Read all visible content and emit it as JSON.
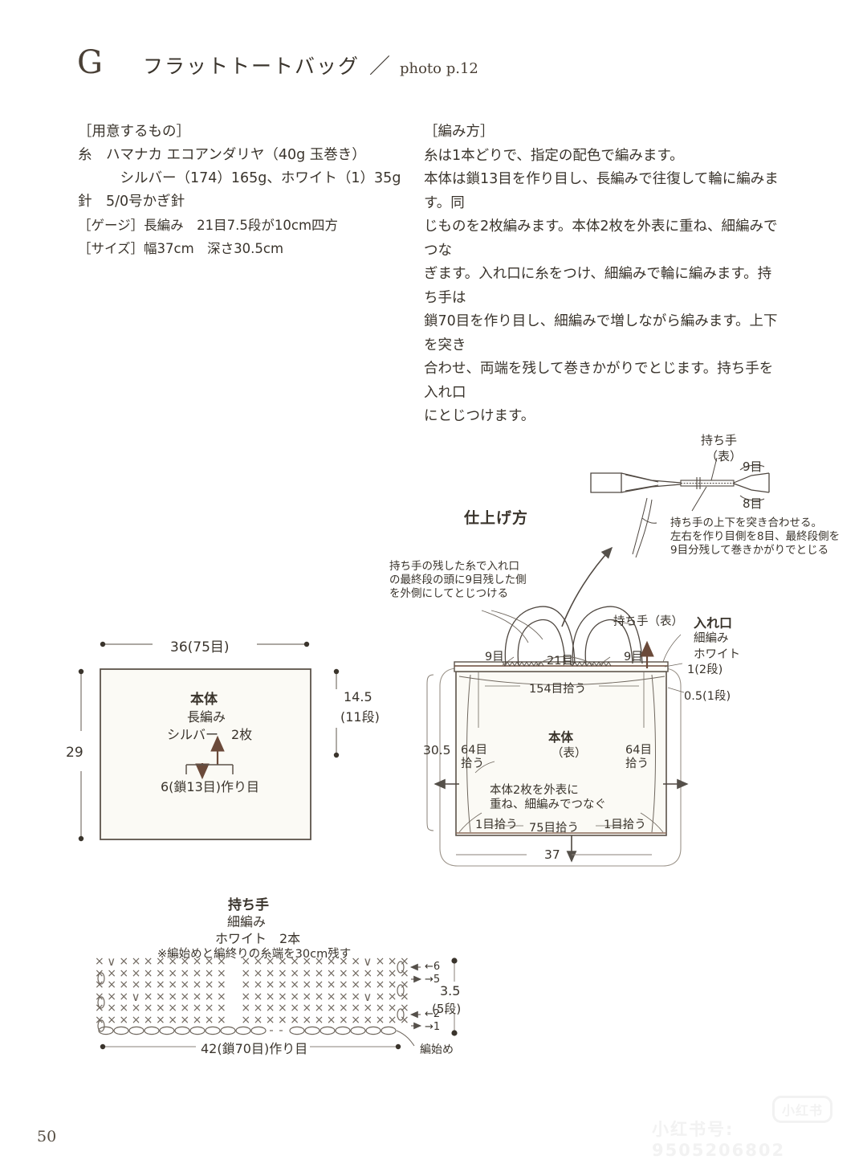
{
  "header": {
    "letter": "G",
    "title": "フラットトートバッグ",
    "slash": "／",
    "photo_ref": "photo p.12"
  },
  "materials": {
    "heading": "［用意するもの］",
    "lines": [
      "糸　ハマナカ エコアンダリヤ（40g 玉巻き）",
      "　　　シルバー（174）165g、ホワイト（1）35g",
      "針　5/0号かぎ針",
      "［ゲージ］長編み　21目7.5段が10cm四方",
      "［サイズ］幅37cm　深さ30.5cm"
    ]
  },
  "method": {
    "heading": "［編み方］",
    "lines": [
      "糸は1本どりで、指定の配色で編みます。",
      "本体は鎖13目を作り目し、長編みで往復して輪に編みます。同",
      "じものを2枚編みます。本体2枚を外表に重ね、細編みでつな",
      "ぎます。入れ口に糸をつけ、細編みで輪に編みます。持ち手は",
      "鎖70目を作り目し、細編みで増しながら編みます。上下を突き",
      "合わせ、両端を残して巻きかがりでとじます。持ち手を入れ口",
      "にとじつけます。"
    ]
  },
  "body_diagram": {
    "top_dim": "36(75目)",
    "left_dim": "29",
    "right_dim_1": "14.5",
    "right_dim_2": "(11段)",
    "title": "本体",
    "stitch": "長編み",
    "color_count": "シルバー　2枚",
    "foundation": "6(鎖13目)作り目"
  },
  "finishing": {
    "title": "仕上げ方",
    "handle_label": "持ち手",
    "handle_side": "（表）",
    "handle_top_stitches": "9目",
    "handle_bottom_stitches": "8目",
    "note_right": [
      "持ち手の上下を突き合わせる。",
      "左右を作り目側を8目、最終段側を",
      "9目分残して巻きかがりでとじる"
    ],
    "note_left": [
      "持ち手の残した糸で入れ口",
      "の最終段の頭に9目残した側",
      "を外側にしてとじつける"
    ],
    "bag": {
      "handle_face": "持ち手（表）",
      "left_9": "9目",
      "right_9": "9目",
      "center_21": "21目",
      "pick_154": "154目拾う",
      "opening_title": "入れ口",
      "opening_stitch": "細編み",
      "opening_color": "ホワイト",
      "dim_1_2dan": "1(2段)",
      "dim_05_1dan": "0.5(1段)",
      "height": "30.5",
      "left_64": "64目\n拾う",
      "right_64": "64目\n拾う",
      "body_title": "本体",
      "body_side": "（表）",
      "join_note": [
        "本体2枚を外表に",
        "重ね、細編みでつなぐ"
      ],
      "left_1": "1目拾う",
      "right_1": "1目拾う",
      "pick_75": "75目拾う",
      "width": "37"
    }
  },
  "handle_chart": {
    "title": "持ち手",
    "stitch": "細編み",
    "color_count": "ホワイト　2本",
    "note": "※編始めと編終りの糸端を30cm残す",
    "row_labels": [
      "←6",
      "→5",
      "",
      "",
      "←2",
      "→1"
    ],
    "height_dim": "3.5",
    "height_rows": "(5段)",
    "foundation": "42(鎖70目)作り目",
    "start_label": "編始め"
  },
  "page_number": "50",
  "watermark": {
    "text": "小红书号: 9505206802",
    "logo": "小红书"
  },
  "colors": {
    "ink": "#3a342c",
    "line": "#5c534a",
    "accent_brown": "#6b4a3a",
    "paper": "#ffffff"
  }
}
